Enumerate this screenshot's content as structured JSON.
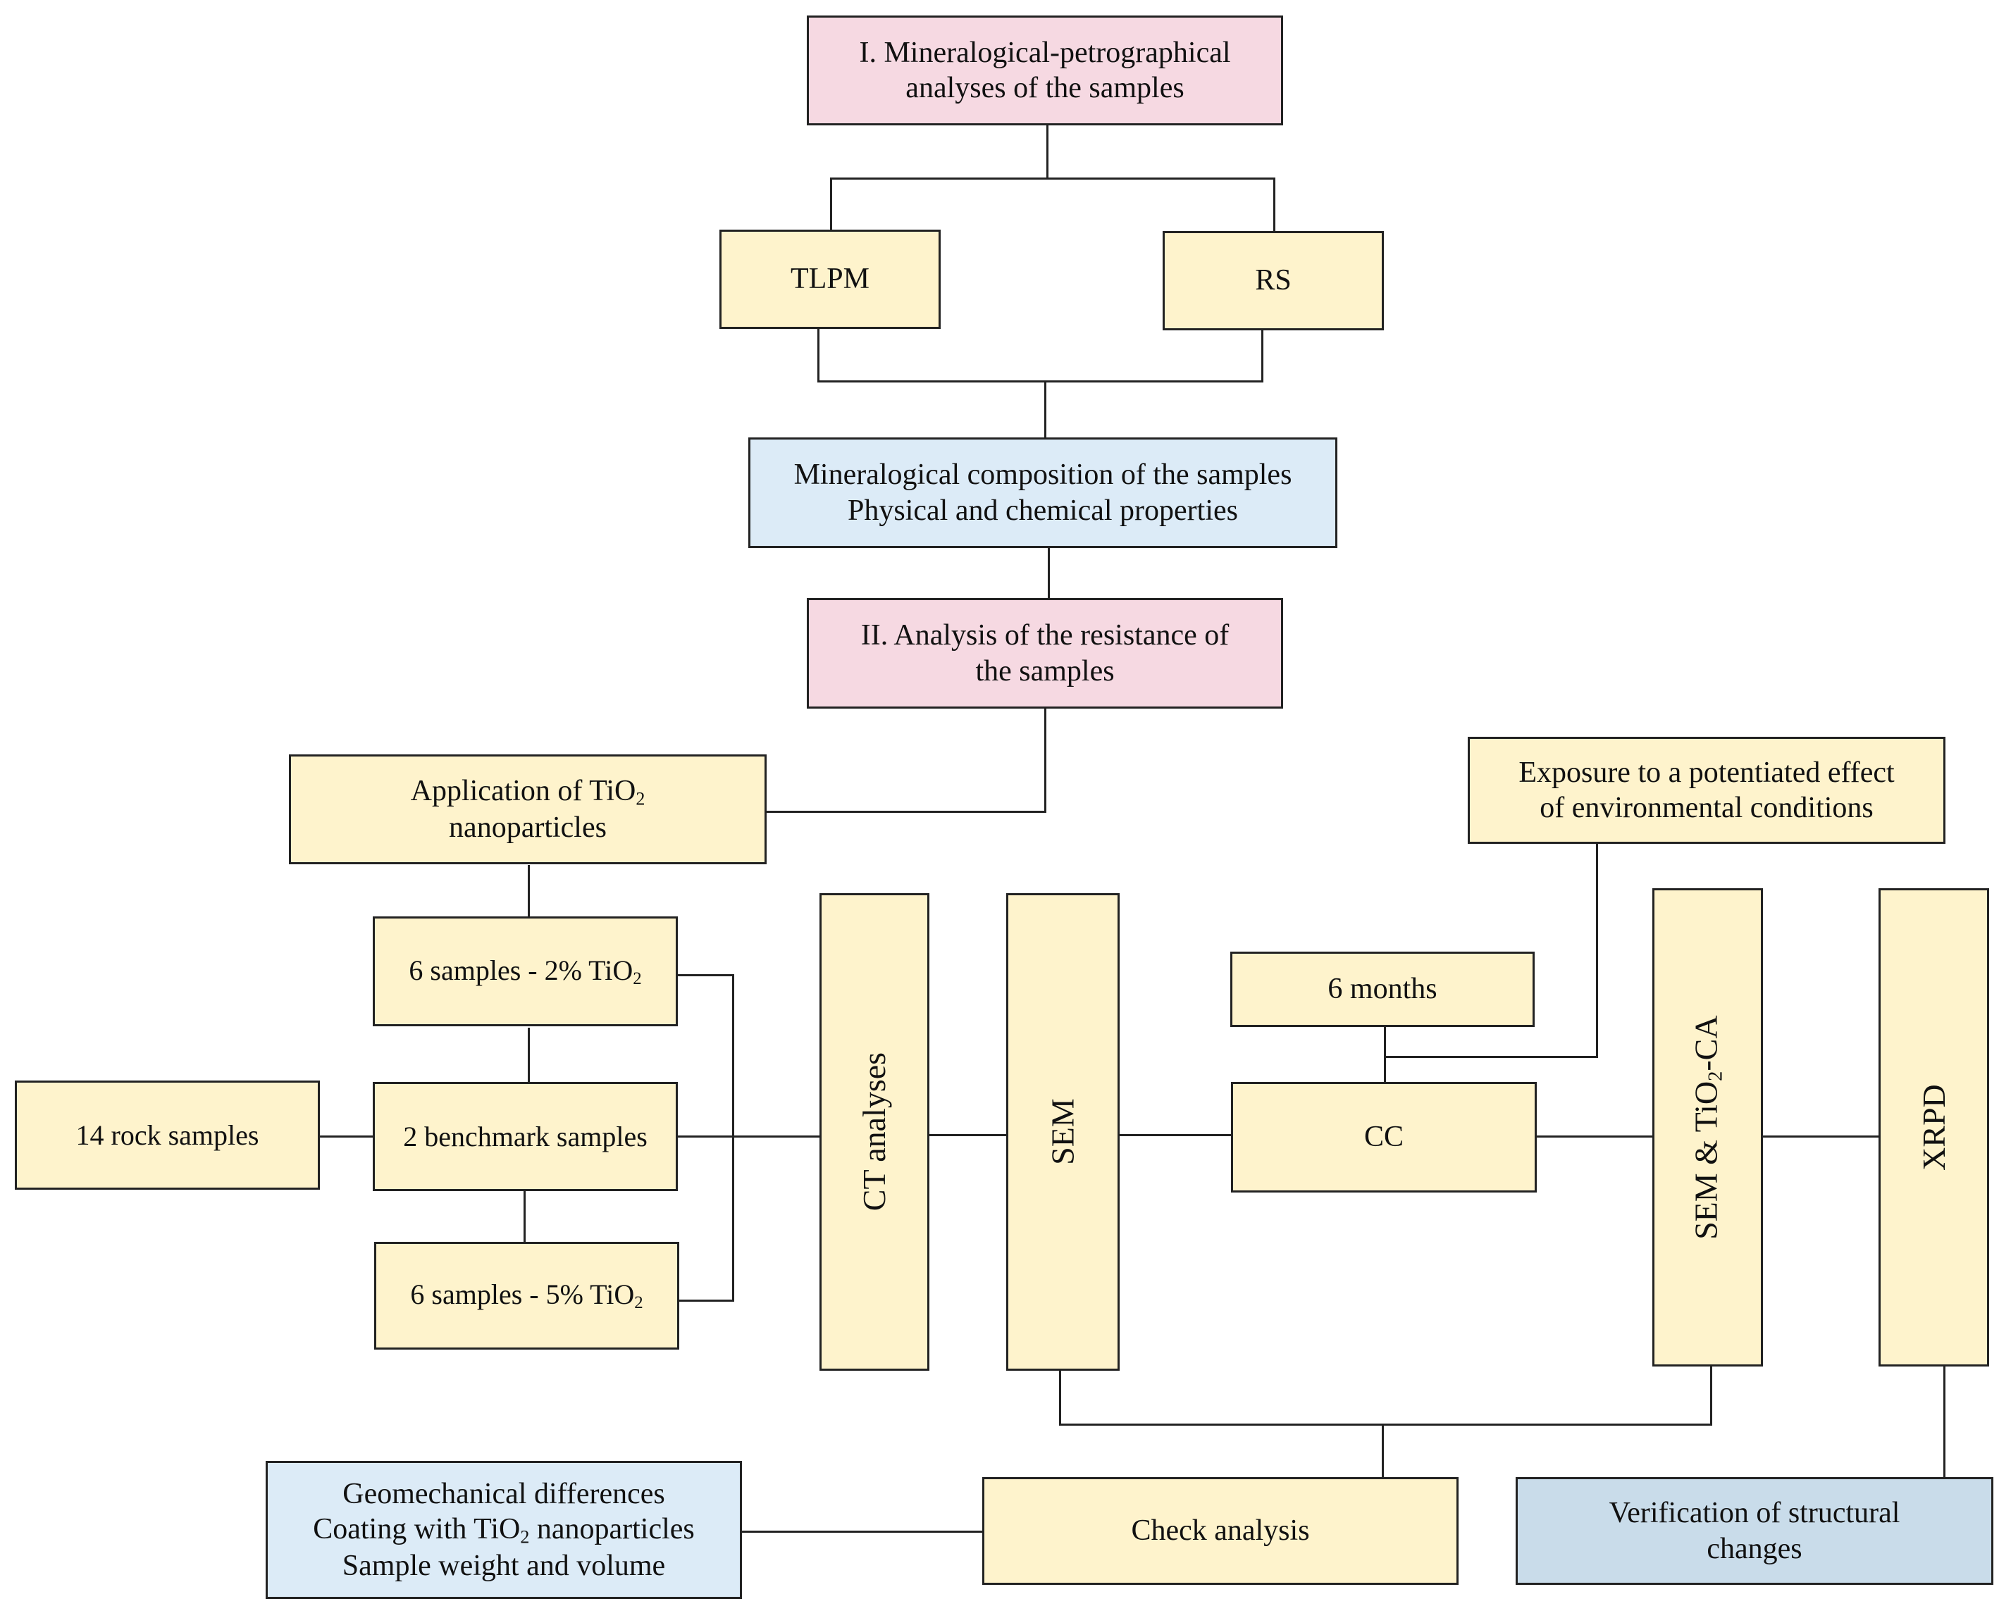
{
  "nodes": {
    "step1": {
      "line1": "I. Mineralogical-petrographical",
      "line2": "analyses of the samples"
    },
    "tlpm": "TLPM",
    "rs": "RS",
    "composition": {
      "line1": "Mineralogical composition of the samples",
      "line2": "Physical and chemical properties"
    },
    "step2": {
      "line1": "II. Analysis of the resistance of",
      "line2": "the samples"
    },
    "application": {
      "line1_pre": "Application of TiO",
      "sub": "2",
      "line2": "nanoparticles"
    },
    "exposure": {
      "line1": "Exposure to a potentiated effect",
      "line2": "of environmental conditions"
    },
    "samples2": {
      "pre": "6 samples - 2% TiO",
      "sub": "2"
    },
    "benchmark": "2 benchmark samples",
    "rock": "14 rock samples",
    "samples5": {
      "pre": "6 samples - 5% TiO",
      "sub": "2"
    },
    "ct": "CT analyses",
    "sem": "SEM",
    "months": "6 months",
    "cc": "CC",
    "semtio": {
      "pre": "SEM & TiO",
      "sub": "2",
      "post": "-CA"
    },
    "xrpd": "XRPD",
    "geomech": {
      "line1": "Geomechanical differences",
      "line2_pre": "Coating with TiO",
      "line2_sub": "2",
      "line2_post": " nanoparticles",
      "line3": "Sample weight and volume"
    },
    "check": "Check analysis",
    "verification": {
      "line1": "Verification of structural",
      "line2": "changes"
    }
  },
  "colors": {
    "pink": "#f6d9e2",
    "yellow": "#fef3cc",
    "blue": "#dcebf7",
    "blue_dark": "#c9dcea",
    "line": "#222222"
  }
}
